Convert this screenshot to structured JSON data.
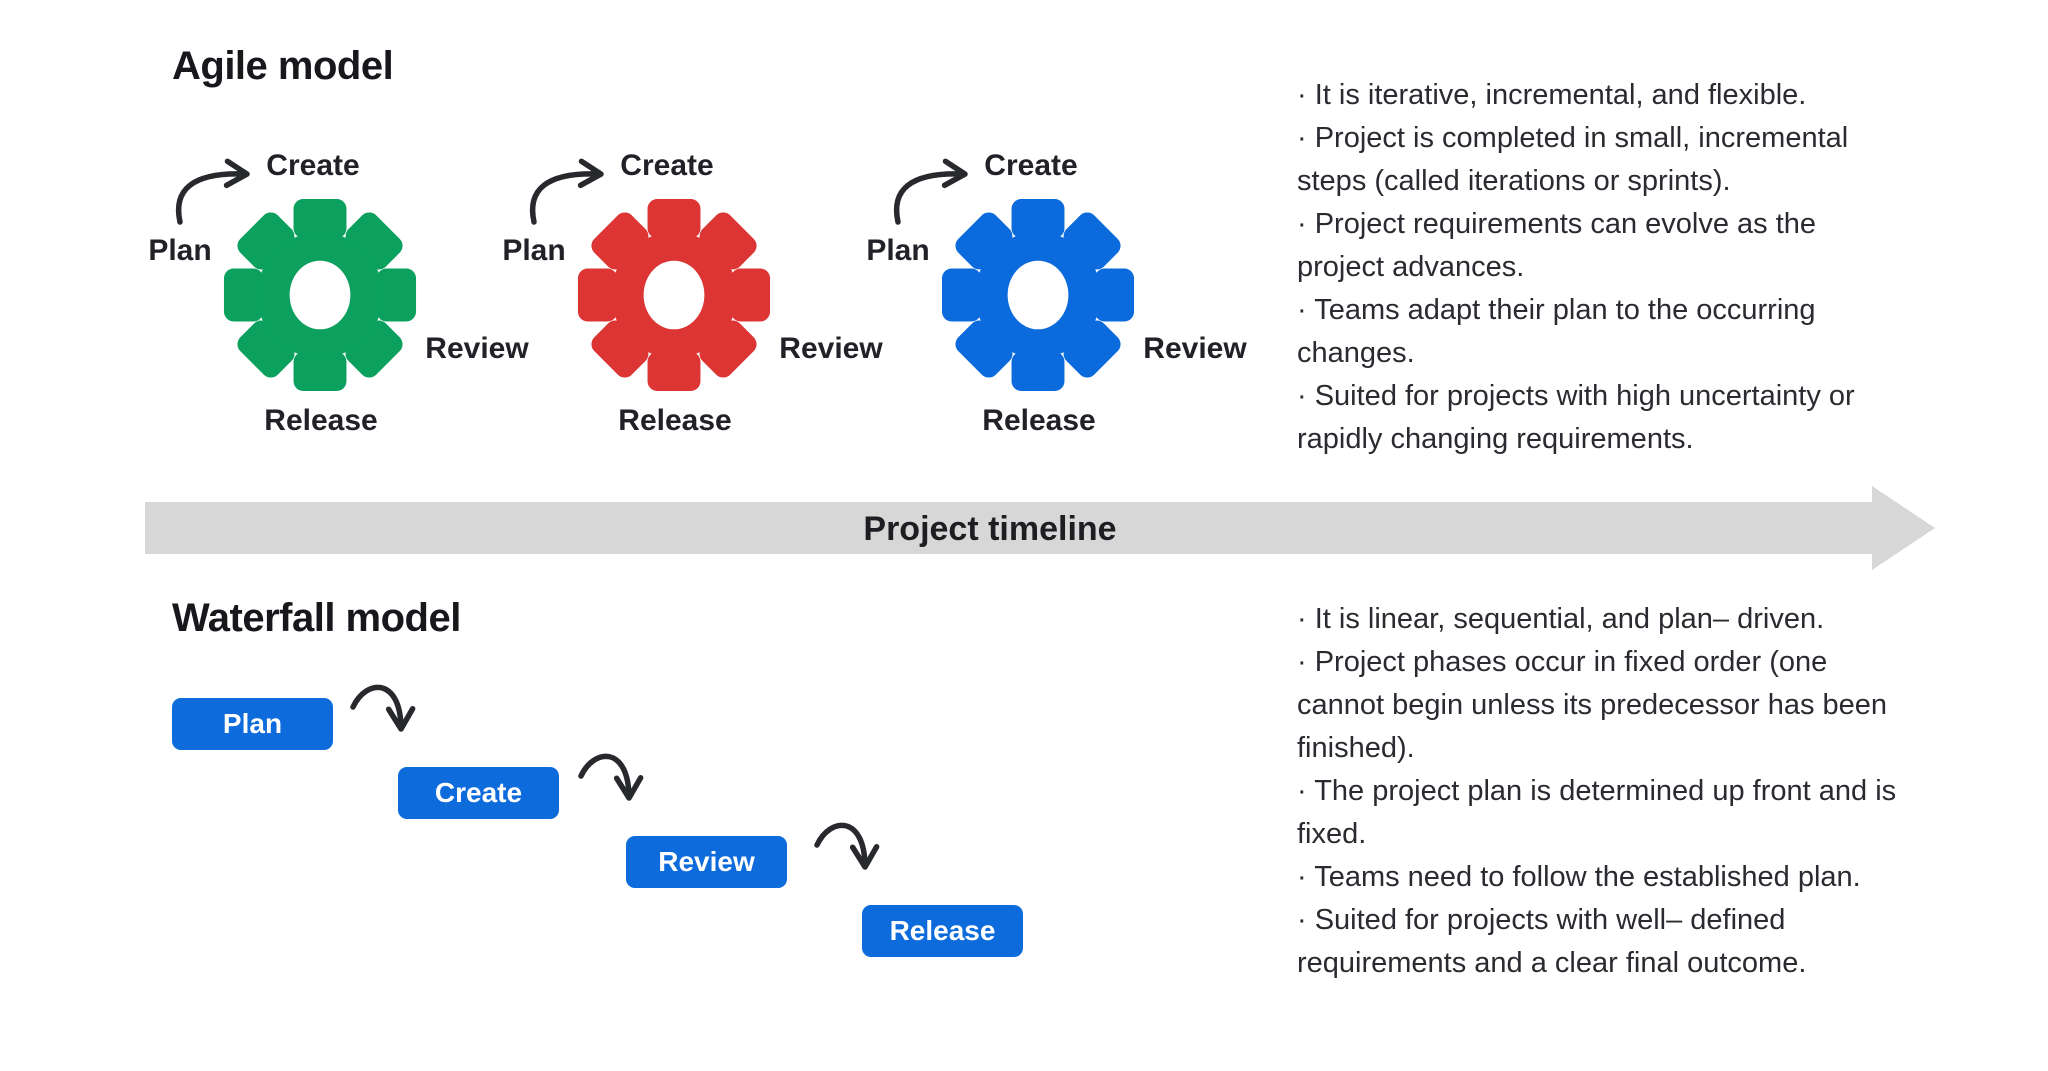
{
  "agile": {
    "title": "Agile model",
    "step_labels": [
      "Plan",
      "Create",
      "Review",
      "Release"
    ],
    "gears": [
      {
        "name": "iteration-1-gear",
        "color": "#0BA05E"
      },
      {
        "name": "iteration-2-gear",
        "color": "#DC3534"
      },
      {
        "name": "iteration-3-gear",
        "color": "#0C6BDC"
      }
    ],
    "bullets": [
      "· It is iterative, incremental, and flexible.",
      "· Project is completed in small, incremental steps (called iterations or sprints).",
      "· Project requirements can evolve as the project advances.",
      "· Teams adapt their plan to the occurring changes.",
      "· Suited for projects with high uncertainty or rapidly changing requirements."
    ]
  },
  "timeline": {
    "label": "Project timeline",
    "bar_color": "#D7D7D7"
  },
  "waterfall": {
    "title": "Waterfall model",
    "steps": [
      "Plan",
      "Create",
      "Review",
      "Release"
    ],
    "box_color": "#0D6BDC",
    "bullets": [
      "· It is linear, sequential, and plan– driven.",
      "· Project phases occur in fixed order (one cannot begin unless its predecessor has been finished).",
      "· The project plan is determined up front and is fixed.",
      "· Teams need to follow the established plan.",
      "·  Suited for projects with well– defined requirements and a clear final outcome."
    ]
  }
}
